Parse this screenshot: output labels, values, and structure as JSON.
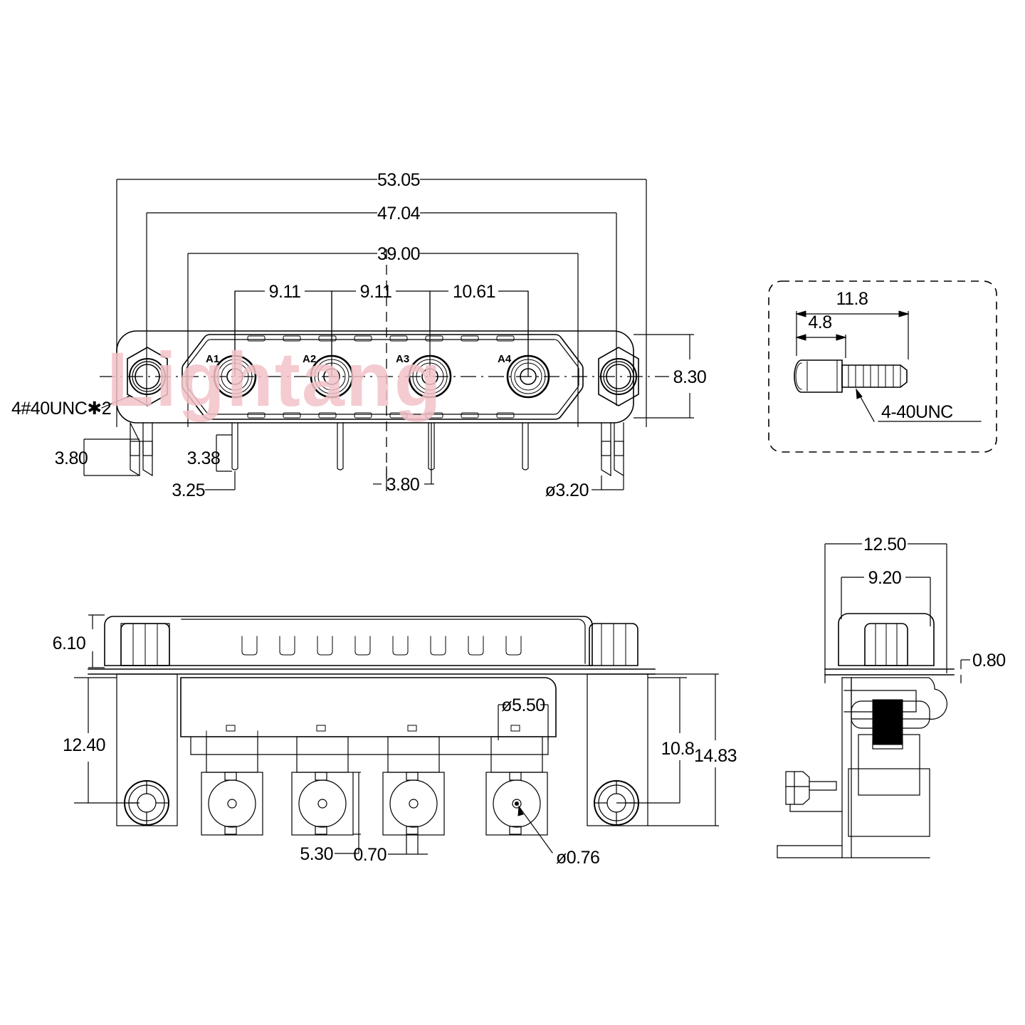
{
  "document": {
    "type": "engineering-drawing",
    "subject": "D-SUB 4W4 coaxial connector, right-angle PCB mount",
    "watermark": "Lightang",
    "watermark_color": "#f3c3c8",
    "line_color": "#000000",
    "background_color": "#ffffff",
    "units": "mm"
  },
  "front_view": {
    "name": "front-view",
    "dimensions": {
      "overall_width": "53.05",
      "flange_hole_span": "47.04",
      "shell_width": "39.00",
      "pitch_a1_a2": "9.11",
      "pitch_a2_a3": "9.11",
      "pitch_a3_a4": "10.61",
      "shell_height": "8.30",
      "left_tail_offset": "3.80",
      "tail_depth_1": "3.38",
      "tail_depth_2": "3.25",
      "tail_pitch": "3.80",
      "mount_hole_dia": "ø3.20"
    },
    "thread_note": "4#40UNC✱2",
    "contacts": [
      {
        "label": "A1"
      },
      {
        "label": "A2"
      },
      {
        "label": "A3"
      },
      {
        "label": "A4"
      }
    ]
  },
  "screw_detail": {
    "name": "jackscrew-detail",
    "total_length": "11.8",
    "head_length": "4.8",
    "thread_note": "4-40UNC"
  },
  "rear_view": {
    "name": "rear-view",
    "dimensions": {
      "shell_height_top": "6.10",
      "body_height": "12.40",
      "mount_hole_height": "10.8",
      "overall_height": "14.83",
      "coax_body_dia": "ø5.50",
      "coax_body_width": "5.30",
      "tab_width": "0.70",
      "center_pin_dia": "ø0.76"
    },
    "notch_count": 8,
    "coax_block_count": 4
  },
  "side_view": {
    "name": "side-profile-view",
    "dimensions": {
      "overall_depth": "12.50",
      "body_depth": "9.20",
      "flange_thickness": "0.80"
    }
  }
}
